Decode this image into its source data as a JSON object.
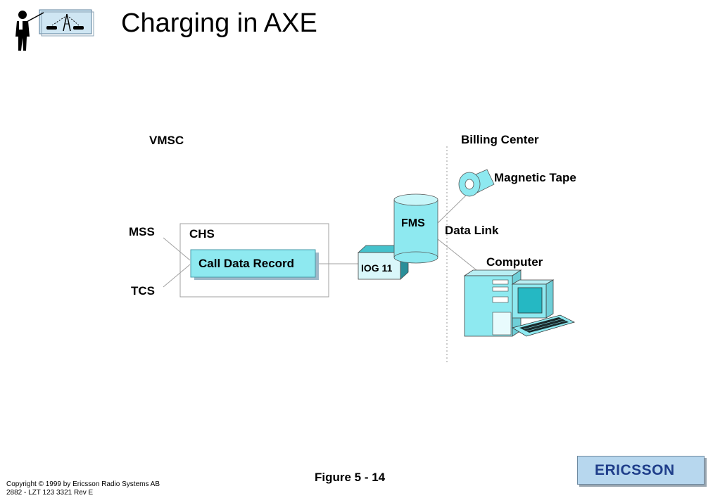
{
  "page": {
    "title": "Charging in AXE"
  },
  "diagram": {
    "vmsc_label": "VMSC",
    "billing_label": "Billing Center",
    "mss_label": "MSS",
    "tcs_label": "TCS",
    "chs_label": "CHS",
    "cdr_label": "Call Data Record",
    "iog_label": "IOG 11",
    "fms_label": "FMS",
    "tape_label": "Magnetic Tape",
    "datalink_label": "Data Link",
    "computer_label": "Computer"
  },
  "footer": {
    "figure": "Figure  5 - 14",
    "copyright": "Copyright © 1999 by Ericsson Radio Systems AB",
    "doc_id": "2882 - LZT 123 3321 Rev E",
    "logo_text": "ERICSSON"
  },
  "colors": {
    "aqua": "#8ee9f0",
    "aqua_dark": "#45c2cc",
    "logo_bg": "#b7d7ee",
    "logo_text": "#1f3e8a"
  }
}
